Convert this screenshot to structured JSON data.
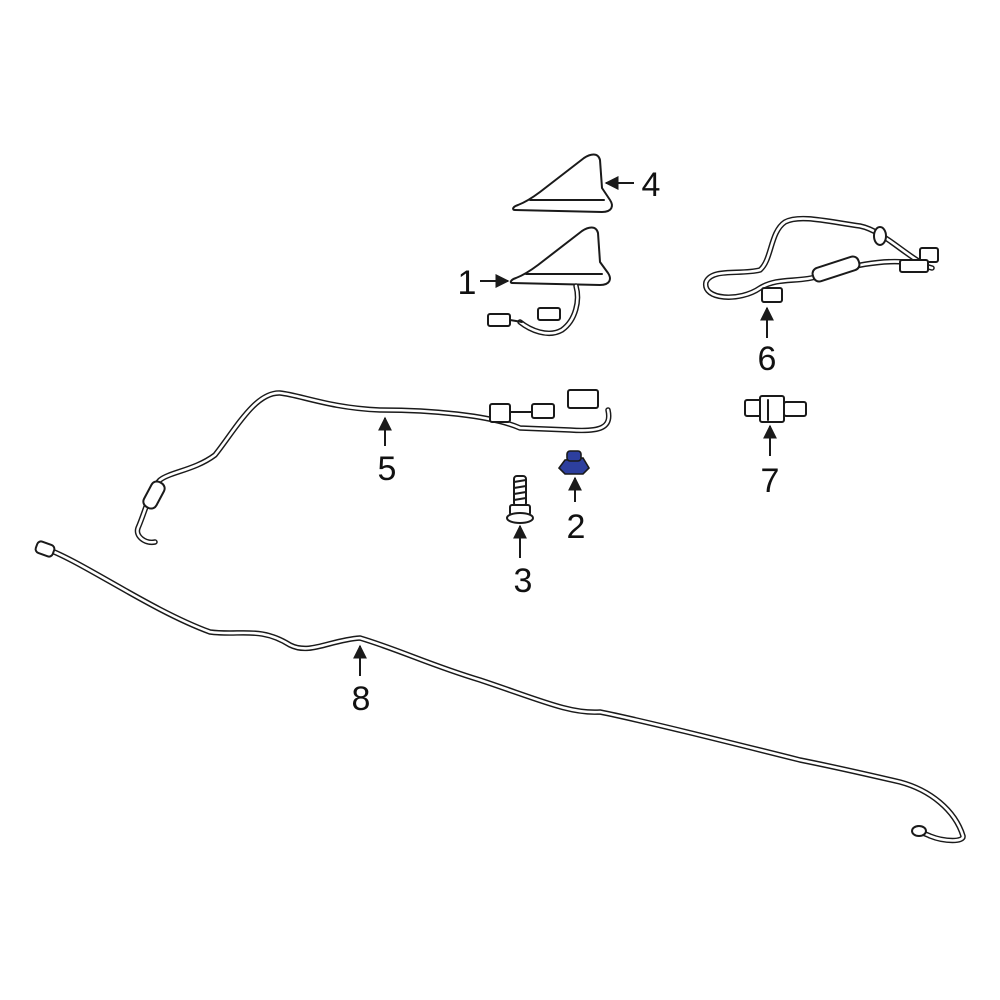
{
  "diagram": {
    "highlight_color": "#2d3f9e",
    "line_color": "#1a1a1a",
    "callouts": [
      {
        "id": "1",
        "label": "1"
      },
      {
        "id": "2",
        "label": "2"
      },
      {
        "id": "3",
        "label": "3"
      },
      {
        "id": "4",
        "label": "4"
      },
      {
        "id": "5",
        "label": "5"
      },
      {
        "id": "6",
        "label": "6"
      },
      {
        "id": "7",
        "label": "7"
      },
      {
        "id": "8",
        "label": "8"
      }
    ]
  }
}
